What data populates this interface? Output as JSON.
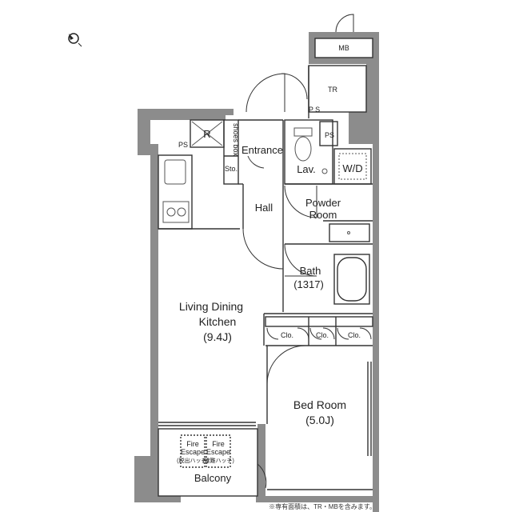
{
  "rooms": {
    "ldk_line1": "Living Dining",
    "ldk_line2": "Kitchen",
    "ldk_size": "(9.4J)",
    "bedroom_line1": "Bed Room",
    "bedroom_size": "(5.0J)",
    "bath_line1": "Bath",
    "bath_size": "(1317)",
    "powder_line1": "Powder",
    "powder_line2": "Room",
    "hall": "Hall",
    "entrance": "Entrance",
    "lav": "Lav.",
    "wd": "W/D",
    "balcony": "Balcony"
  },
  "labels": {
    "mb": "MB",
    "tr": "TR",
    "ps_top": "P S",
    "ps_left": "PS",
    "ps_right": "PS",
    "refrigerator": "R",
    "shoes_box": "shoes box",
    "storage": "Sto.",
    "closet_1": "Clo.",
    "closet_2": "Clo.",
    "closet_3": "Clo.",
    "fire_escape_1_line1": "Fire",
    "fire_escape_1_line2": "Escape",
    "fire_escape_1_line3": "(脱出ハッチ)",
    "fire_escape_2_line1": "Fire",
    "fire_escape_2_line2": "Escape",
    "fire_escape_2_line3": "(避難ハッチ)"
  },
  "footnote": "※専有面積は、TR・MBを含みます。",
  "colors": {
    "wall": "#8c8c8c",
    "line": "#333333",
    "fixture": "#555555",
    "background": "#ffffff"
  },
  "icons": {
    "compass": "north-arrow-icon"
  }
}
